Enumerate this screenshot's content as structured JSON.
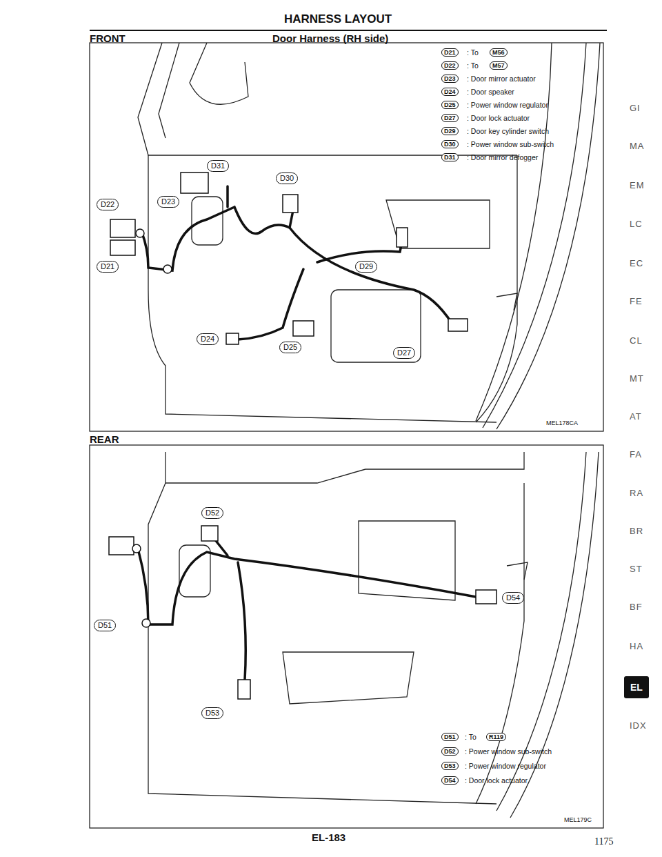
{
  "diagram": {
    "title": "HARNESS LAYOUT",
    "labels": [
      "FRONT",
      "Door Harness (RH side)",
      "D31",
      "D30",
      "D22",
      "D23",
      "D21",
      "D29",
      "D24",
      "D25",
      "D27",
      "D21",
      ": To",
      "M56",
      "D22",
      ": To",
      "M57",
      "D23",
      ": Door mirror actuator",
      "D24",
      ": Door speaker",
      "D25",
      ": Power window regulator",
      "D27",
      ": Door lock actuator",
      "D29",
      ": Door key cylinder switch",
      "D30",
      ": Power window sub-switch",
      "D31",
      ": Door mirror defogger",
      "MEL178CA",
      "REAR",
      "D52",
      "D51",
      "D54",
      "D53",
      "D51",
      ": To",
      "R119",
      "D52",
      ": Power window sub-switch",
      "D53",
      ": Power window regulator",
      "D54",
      ": Door lock actuator",
      "MEL179C",
      "EL-183",
      "1175",
      "GI",
      "MA",
      "EM",
      "LC",
      "EC",
      "FE",
      "CL",
      "MT",
      "AT",
      "FA",
      "RA",
      "BR",
      "ST",
      "BF",
      "HA",
      "EL",
      "IDX"
    ]
  }
}
